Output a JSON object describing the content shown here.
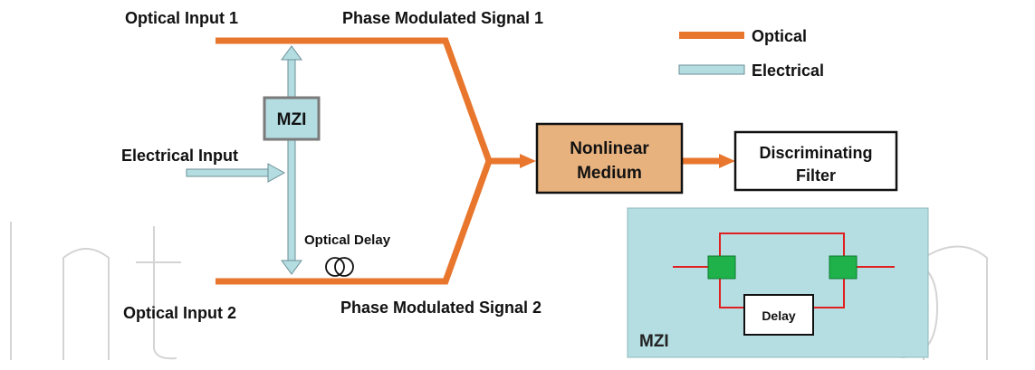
{
  "labels": {
    "optical_input_1": "Optical Input 1",
    "optical_input_2": "Optical Input 2",
    "phase_signal_1": "Phase Modulated Signal 1",
    "phase_signal_2": "Phase Modulated Signal 2",
    "electrical_input": "Electrical Input",
    "optical_delay": "Optical Delay"
  },
  "legend": {
    "optical": "Optical",
    "electrical": "Electrical"
  },
  "boxes": {
    "mzi": "MZI",
    "nonlinear_line1": "Nonlinear",
    "nonlinear_line2": "Medium",
    "filter_line1": "Discriminating",
    "filter_line2": "Filter"
  },
  "inset": {
    "delay": "Delay",
    "title": "MZI"
  },
  "colors": {
    "optical": "#e8762d",
    "electrical": "#b4dde2",
    "electrical_border": "#6b8f95",
    "nonlinear_fill": "#e8b27f",
    "inset_bg": "#b5dee3",
    "inset_path": "#e02020",
    "coupler": "#1fb24a"
  }
}
